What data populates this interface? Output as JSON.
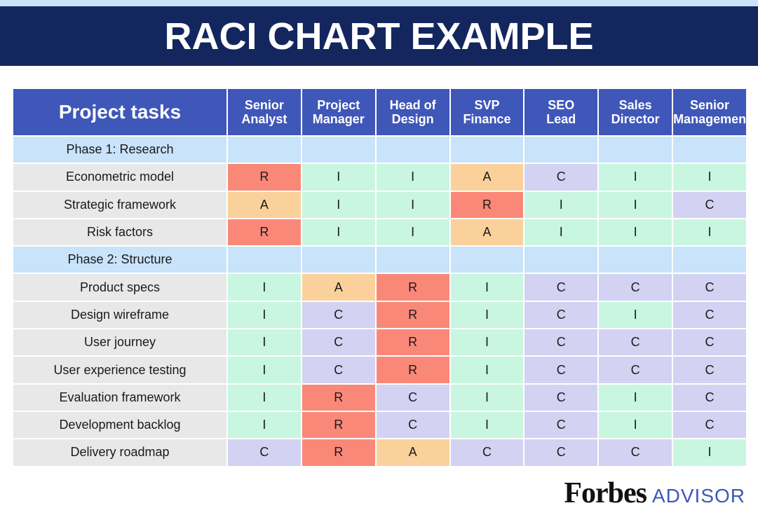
{
  "title": "RACI CHART EXAMPLE",
  "table": {
    "task_header": "Project tasks",
    "roles": [
      {
        "line1": "Senior",
        "line2": "Analyst"
      },
      {
        "line1": "Project",
        "line2": "Manager"
      },
      {
        "line1": "Head of",
        "line2": "Design"
      },
      {
        "line1": "SVP",
        "line2": "Finance"
      },
      {
        "line1": "SEO",
        "line2": "Lead"
      },
      {
        "line1": "Sales",
        "line2": "Director"
      },
      {
        "line1": "Senior",
        "line2": "Management"
      }
    ],
    "phases": [
      {
        "name": "Phase 1: Research",
        "tasks": [
          {
            "name": "Econometric model",
            "values": [
              "R",
              "I",
              "I",
              "A",
              "C",
              "I",
              "I"
            ]
          },
          {
            "name": "Strategic framework",
            "values": [
              "A",
              "I",
              "I",
              "R",
              "I",
              "I",
              "C"
            ]
          },
          {
            "name": "Risk factors",
            "values": [
              "R",
              "I",
              "I",
              "A",
              "I",
              "I",
              "I"
            ]
          }
        ]
      },
      {
        "name": "Phase 2: Structure",
        "tasks": [
          {
            "name": "Product specs",
            "values": [
              "I",
              "A",
              "R",
              "I",
              "C",
              "C",
              "C"
            ]
          },
          {
            "name": "Design wireframe",
            "values": [
              "I",
              "C",
              "R",
              "I",
              "C",
              "I",
              "C"
            ]
          },
          {
            "name": "User journey",
            "values": [
              "I",
              "C",
              "R",
              "I",
              "C",
              "C",
              "C"
            ]
          },
          {
            "name": "User experience testing",
            "values": [
              "I",
              "C",
              "R",
              "I",
              "C",
              "C",
              "C"
            ]
          },
          {
            "name": "Evaluation framework",
            "values": [
              "I",
              "R",
              "C",
              "I",
              "C",
              "I",
              "C"
            ]
          },
          {
            "name": "Development backlog",
            "values": [
              "I",
              "R",
              "C",
              "I",
              "C",
              "I",
              "C"
            ]
          },
          {
            "name": "Delivery roadmap",
            "values": [
              "C",
              "R",
              "A",
              "C",
              "C",
              "C",
              "I"
            ]
          }
        ]
      }
    ]
  },
  "colors": {
    "title_bg": "#13265e",
    "header_bg": "#3f57b9",
    "R": "#fa8878",
    "A": "#fbd19b",
    "C": "#d3d2f2",
    "I": "#c8f6e0",
    "phase_bg": "#c9e3fb",
    "task_bg": "#e8e8e8"
  },
  "logo": {
    "brand": "Forbes",
    "suffix": "ADVISOR"
  }
}
